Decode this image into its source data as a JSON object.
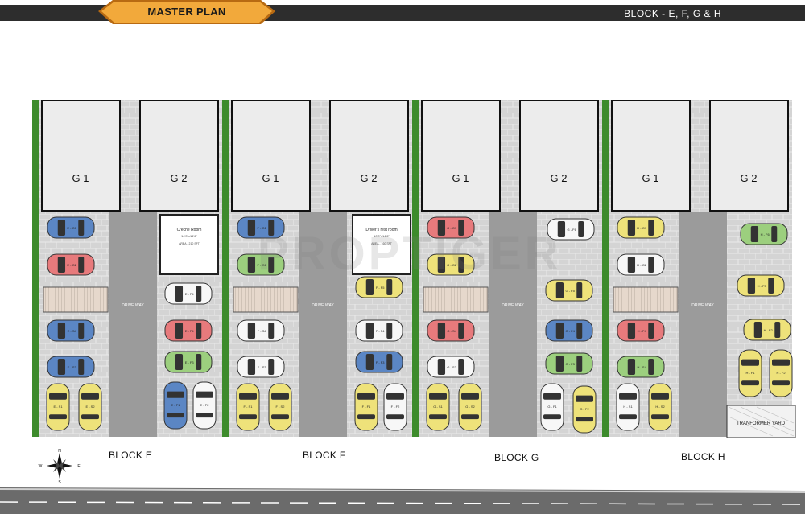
{
  "header": {
    "title": "MASTER PLAN",
    "block_title": "BLOCK - E, F, G & H"
  },
  "watermark": "PROPTIGER",
  "colors": {
    "header_bar": "#2d2d2d",
    "title_tab": "#f2a93b",
    "lawn": "#3d8b2c",
    "paving": "#d4d4d4",
    "drive_way": "#9b9b9b",
    "stair": "#e6d8cc"
  },
  "blocks": [
    {
      "id": "E",
      "label": "BLOCK E",
      "units": [
        "G 1",
        "G 2"
      ],
      "drive_way": "DRIVE WAY",
      "room": {
        "title": "Creche Room",
        "dims": "14'0\"x14'6\"",
        "area": "AREA - 210 SFT"
      },
      "parking": [
        {
          "code": "E - G1",
          "color": "blue"
        },
        {
          "code": "E - G2",
          "color": "red"
        },
        {
          "code": "E - S4",
          "color": "blue"
        },
        {
          "code": "E - S3",
          "color": "blue"
        },
        {
          "code": "E - S1",
          "color": "yellow"
        },
        {
          "code": "E - S2",
          "color": "yellow"
        },
        {
          "code": "E - F4",
          "color": "white"
        },
        {
          "code": "E - F4",
          "color": "red"
        },
        {
          "code": "E - F3",
          "color": "green"
        },
        {
          "code": "E - F1",
          "color": "blue"
        },
        {
          "code": "E - F2",
          "color": "white"
        }
      ]
    },
    {
      "id": "F",
      "label": "BLOCK F",
      "units": [
        "G 1",
        "G 2"
      ],
      "drive_way": "DRIVE WAY",
      "room": {
        "title": "Driver's rest room",
        "dims": "10'0\"x14'6\"",
        "area": "AREA - 160 SFT"
      },
      "parking": [
        {
          "code": "F - G1",
          "color": "blue"
        },
        {
          "code": "F - G2",
          "color": "green"
        },
        {
          "code": "F - S4",
          "color": "white"
        },
        {
          "code": "F - S3",
          "color": "white"
        },
        {
          "code": "F - S1",
          "color": "yellow"
        },
        {
          "code": "F - S2",
          "color": "yellow"
        },
        {
          "code": "F - F5",
          "color": "yellow"
        },
        {
          "code": "F - F4",
          "color": "white"
        },
        {
          "code": "F - F3",
          "color": "blue"
        },
        {
          "code": "F - F1",
          "color": "yellow"
        },
        {
          "code": "F - F2",
          "color": "white"
        }
      ]
    },
    {
      "id": "G",
      "label": "BLOCK G",
      "units": [
        "G 1",
        "G 2"
      ],
      "drive_way": "DRIVE WAY",
      "parking": [
        {
          "code": "G - G1",
          "color": "red"
        },
        {
          "code": "G - G2",
          "color": "yellow"
        },
        {
          "code": "G - S4",
          "color": "red"
        },
        {
          "code": "G - S3",
          "color": "white"
        },
        {
          "code": "G - S1",
          "color": "yellow"
        },
        {
          "code": "G - S2",
          "color": "yellow"
        },
        {
          "code": "G - F6",
          "color": "white"
        },
        {
          "code": "G - F5",
          "color": "yellow"
        },
        {
          "code": "G - F4",
          "color": "blue"
        },
        {
          "code": "G - F3",
          "color": "green"
        },
        {
          "code": "G - F1",
          "color": "white"
        },
        {
          "code": "G - F2",
          "color": "yellow"
        }
      ]
    },
    {
      "id": "H",
      "label": "BLOCK H",
      "units": [
        "G 1",
        "G 2"
      ],
      "drive_way": "DRIVE WAY",
      "parking": [
        {
          "code": "H - G1",
          "color": "yellow"
        },
        {
          "code": "H - G2",
          "color": "white"
        },
        {
          "code": "H - F4",
          "color": "red"
        },
        {
          "code": "H - S4",
          "color": "green"
        },
        {
          "code": "H - S1",
          "color": "white"
        },
        {
          "code": "H - S2",
          "color": "yellow"
        },
        {
          "code": "H - F6",
          "color": "green"
        },
        {
          "code": "H - F5",
          "color": "yellow"
        },
        {
          "code": "H - F2",
          "color": "yellow"
        },
        {
          "code": "H - F1",
          "color": "yellow"
        },
        {
          "code": "H - F2",
          "color": "yellow"
        }
      ]
    }
  ],
  "transformer_yard": "TRANFORMER YARD",
  "compass": {
    "n": "N",
    "s": "S",
    "e": "E",
    "w": "W"
  }
}
